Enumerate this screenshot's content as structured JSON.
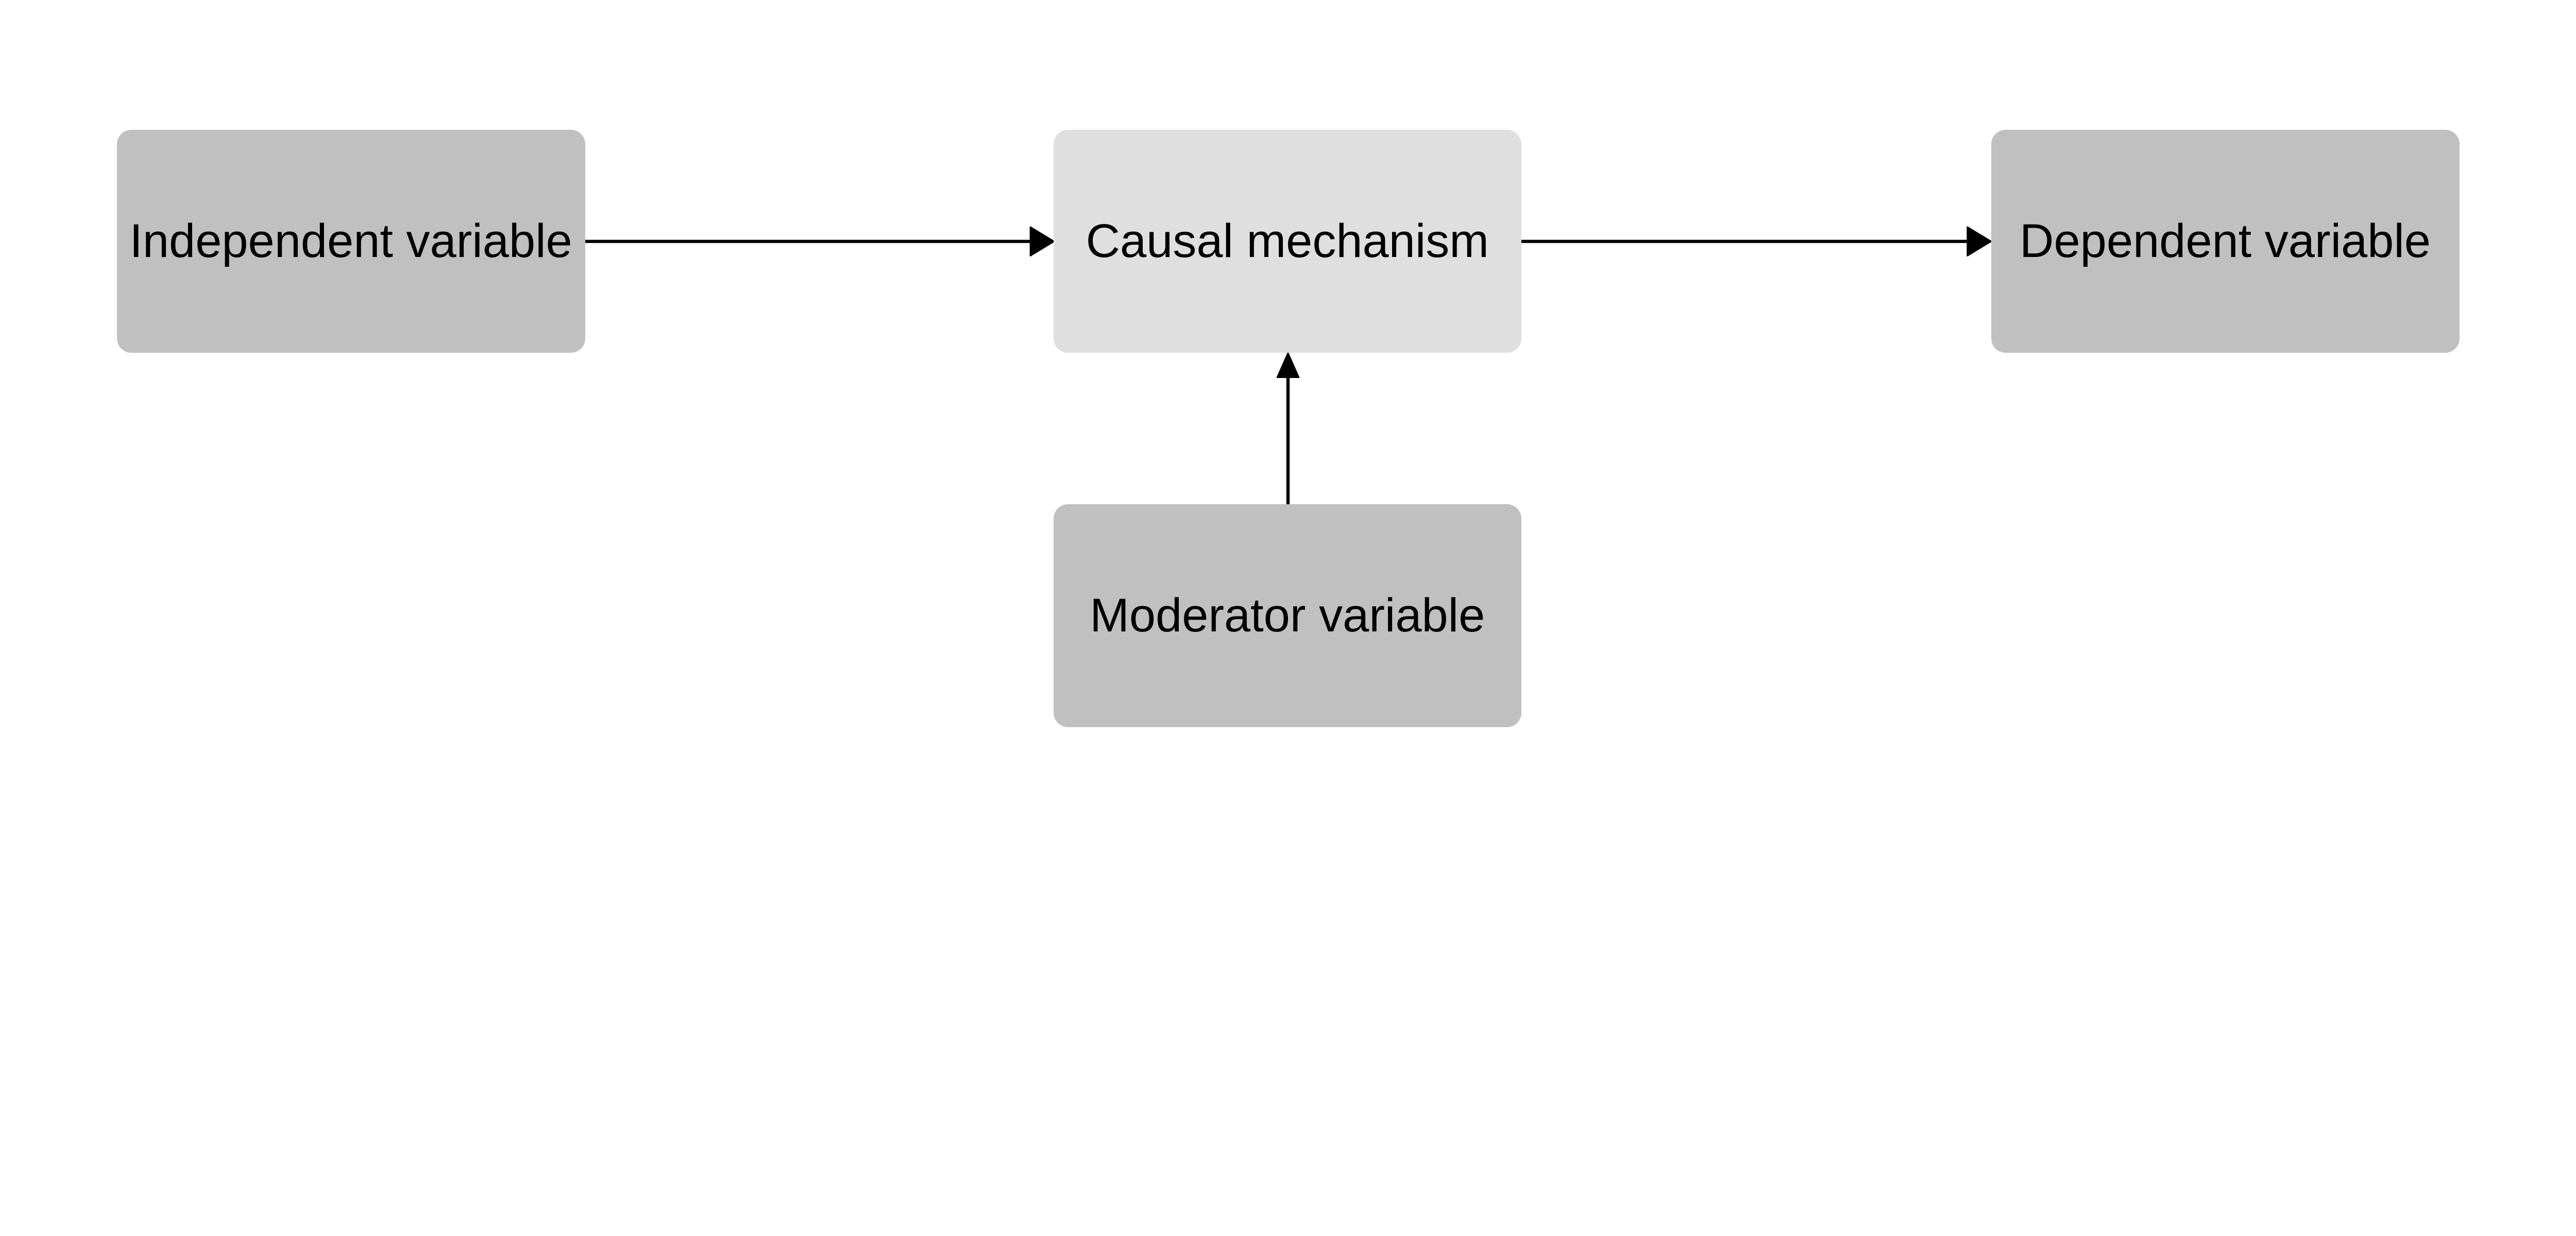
{
  "diagram": {
    "nodes": [
      {
        "id": "independent",
        "label": "Independent variable",
        "fill": "#c0c0c0"
      },
      {
        "id": "mechanism",
        "label": "Causal mechanism",
        "fill": "#dfdfdf"
      },
      {
        "id": "dependent",
        "label": "Dependent variable",
        "fill": "#c0c0c0"
      },
      {
        "id": "moderator",
        "label": "Moderator variable",
        "fill": "#c0c0c0"
      }
    ],
    "edges": [
      {
        "from": "independent",
        "to": "mechanism"
      },
      {
        "from": "mechanism",
        "to": "dependent"
      },
      {
        "from": "moderator",
        "to": "mechanism"
      }
    ],
    "edge_color": "#000000"
  }
}
